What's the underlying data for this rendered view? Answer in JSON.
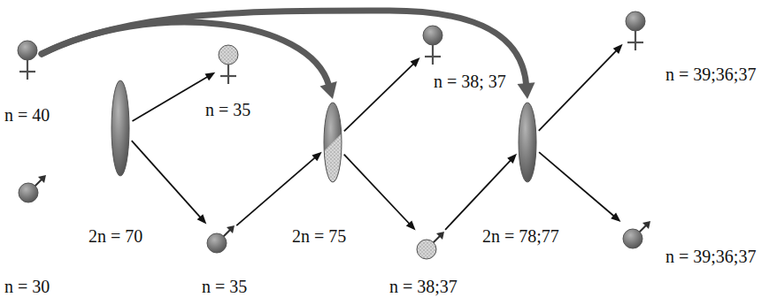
{
  "diagram": {
    "nodes": [
      {
        "text": [
          "n = 40"
        ]
      },
      {
        "text": [
          "n = 30"
        ]
      },
      {
        "text": [
          "2n = 70"
        ]
      },
      {
        "text": [
          "n = 35"
        ]
      },
      {
        "text": [
          "n = 35"
        ]
      },
      {
        "text": [
          "2n = 75"
        ]
      },
      {
        "text": [
          "n = 38; 37"
        ]
      },
      {
        "text": [
          "n = 38;37"
        ]
      },
      {
        "text": [
          "2n = 78;77"
        ]
      },
      {
        "text": [
          "n = 39;36;37"
        ]
      },
      {
        "text": [
          "n = 39;36;37"
        ]
      }
    ],
    "edges": [
      {
        "from": 0,
        "to": 5,
        "arrow": "to"
      },
      {
        "from": 0,
        "to": 8,
        "arrow": "to"
      },
      {
        "from": 2,
        "to": 3,
        "arrow": "to"
      },
      {
        "from": 2,
        "to": 4,
        "arrow": "to"
      },
      {
        "from": 4,
        "to": 5,
        "arrow": "to"
      },
      {
        "from": 5,
        "to": 6,
        "arrow": "to"
      },
      {
        "from": 5,
        "to": 7,
        "arrow": "to"
      },
      {
        "from": 7,
        "to": 8,
        "arrow": "to"
      },
      {
        "from": 8,
        "to": 9,
        "arrow": "to"
      },
      {
        "from": 8,
        "to": 10,
        "arrow": "to"
      }
    ]
  }
}
